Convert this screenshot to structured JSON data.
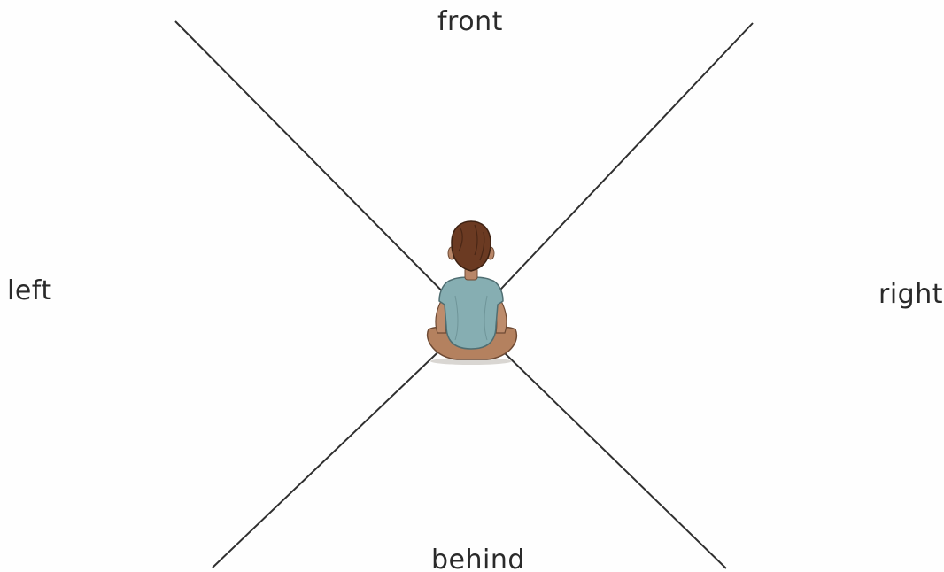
{
  "diagram": {
    "labels": {
      "front": "front",
      "left": "left",
      "right": "right",
      "behind": "behind"
    },
    "figure": "child-sitting-cross-legged-back-view",
    "colors": {
      "background": "#fefefe",
      "lines": "#2f2f2f",
      "text": "#2a2a2a",
      "hair": "#6b3a22",
      "shirt": "#86aeb2",
      "skin": "#b88668"
    }
  }
}
